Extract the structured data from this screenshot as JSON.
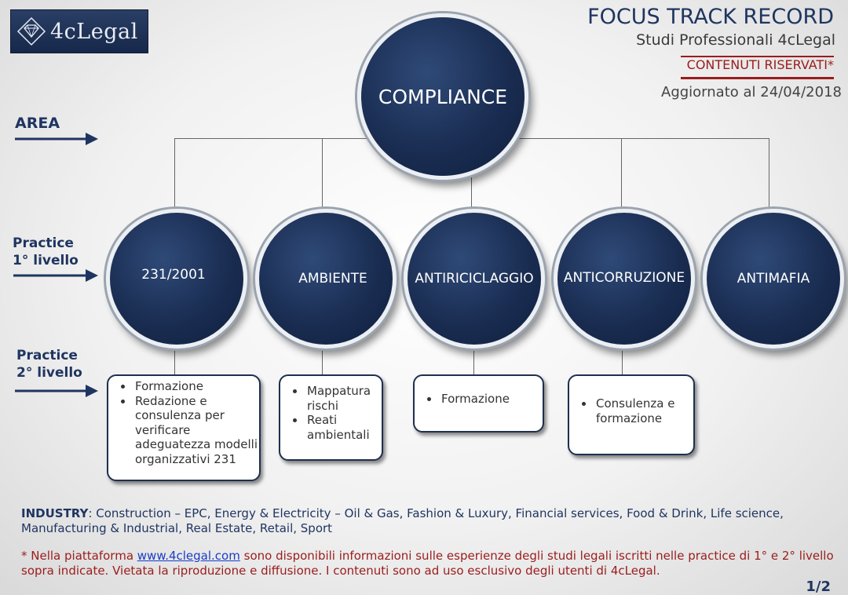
{
  "header": {
    "logo_text": "4cLegal",
    "title": "FOCUS TRACK RECORD",
    "subtitle": "Studi Professionali 4cLegal",
    "reserved": "CONTENUTI RISERVATI*",
    "updated": "Aggiornato al 24/04/2018"
  },
  "labels": {
    "area": "AREA",
    "practice1_line1": "Practice",
    "practice1_line2": "1° livello",
    "practice2_line1": "Practice",
    "practice2_line2": "2° livello"
  },
  "area": {
    "name": "COMPLIANCE"
  },
  "practices_level1": [
    {
      "name": "231/2001"
    },
    {
      "name": "AMBIENTE"
    },
    {
      "name": "ANTIRICICLAGGIO"
    },
    {
      "name": "ANTICORRUZIONE"
    },
    {
      "name": "ANTIMAFIA"
    }
  ],
  "practices_level2": [
    {
      "items": [
        "Formazione",
        "Redazione e consulenza per verificare adeguatezza modelli organizzativi 231"
      ]
    },
    {
      "items": [
        "Mappatura rischi",
        "Reati ambientali"
      ]
    },
    {
      "items": [
        "Formazione"
      ]
    },
    {
      "items": [
        "Consulenza e formazione"
      ]
    }
  ],
  "footer": {
    "industry_label": "INDUSTRY",
    "industry_text": ": Construction – EPC, Energy & Electricity – Oil & Gas, Fashion & Luxury, Financial services, Food & Drink, Life science, Manufacturing & Industrial, Real Estate, Retail, Sport",
    "note_prefix": "* Nella piattaforma ",
    "note_link": "www.4clegal.com",
    "note_suffix": " sono disponibili informazioni sulle esperienze degli studi legali iscritti nelle practice di 1° e 2° livello sopra indicate.     Vietata la riproduzione e diffusione. I contenuti sono ad uso esclusivo degli utenti di 4cLegal.",
    "page": "1/2"
  },
  "colors": {
    "navy": "#1f3561",
    "accent_red": "#9b1c1c",
    "circle_fill": "#1a2d52"
  }
}
